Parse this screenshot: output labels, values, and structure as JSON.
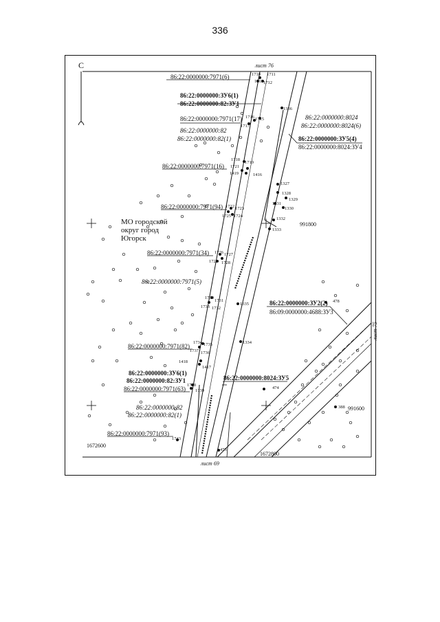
{
  "page": {
    "number": "336"
  },
  "sheets": {
    "top": "лист 76",
    "bottom": "лист 69",
    "right": "лист 75"
  },
  "north_arrow": {
    "label": "С"
  },
  "municipality": [
    "МО городской",
    "округ город",
    "Югорск"
  ],
  "coordinates": {
    "y1": "991800",
    "y2": "991600",
    "x1": "1672600",
    "x2": "1672800"
  },
  "parcel_labels": [
    "86:22:0000000:7971(6)",
    "86:22:0000000:ЗУ6(1)",
    "86:22:0000000:82:ЗУ1",
    "86:22:0000000:7971(17)",
    "86:22:0000000:82",
    "86:22:0000000:82(1)",
    "86:22:0000000:8024",
    "86:22:0000000:8024(6)",
    "86:22:0000000:ЗУ5(4)",
    "86:22:0000000:8024:ЗУ4",
    "86:22:0000000:7971(16)",
    "86:22:0000000:7971(94)",
    "86:22:0000000:7971(34)",
    "86:22:0000000:7971(5)",
    "86:22:0000000:ЗУ2(2)",
    "86:09:0000000:4688:ЗУ3",
    "86:22:0000000:7971(82)",
    "86:22:0000000:8024:ЗУ5",
    "86:22:0000000:ЗУ6(1)",
    "86:22:0000000:82:ЗУ1",
    "86:22:0000000:7971(63)",
    "86:22:0000000:82",
    "86:22:0000000:82(1)",
    "86:22:0000000:7971(93)"
  ],
  "point_numbers": [
    "1710",
    "1711",
    "1713",
    "1712",
    "1336",
    "1716",
    "1717",
    "1715",
    "1718",
    "1719",
    "1721",
    "1419",
    "1416",
    "1327",
    "1328",
    "1329",
    "1331",
    "1330",
    "1332",
    "1333",
    "1722",
    "1723",
    "1725",
    "1724",
    "1726",
    "1727",
    "1729",
    "1728",
    "1730",
    "1731",
    "1733",
    "1732",
    "1335",
    "478",
    "1734",
    "1735",
    "1737",
    "1736",
    "1334",
    "1418",
    "1417",
    "1738",
    "1739",
    "474",
    "388",
    "1743",
    "473"
  ]
}
